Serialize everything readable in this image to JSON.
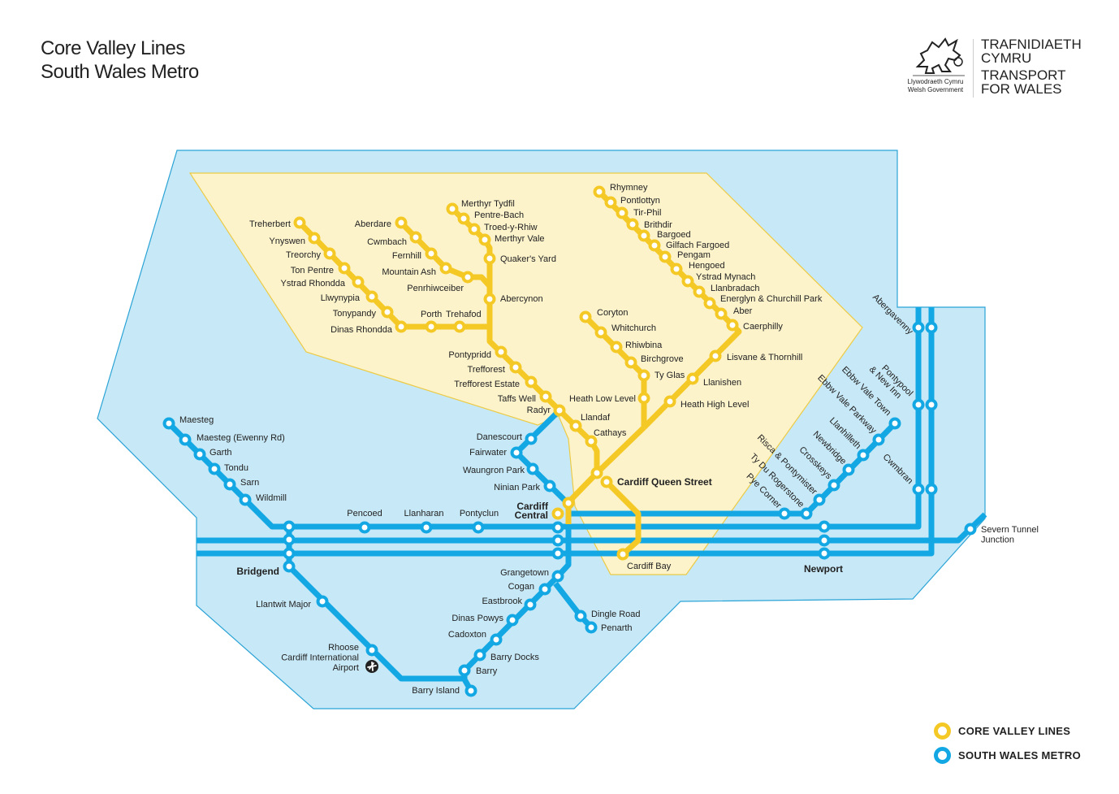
{
  "header": {
    "title_line1": "Core Valley Lines",
    "title_line2": "South Wales Metro"
  },
  "logo": {
    "gov_line1": "Llywodraeth Cymru",
    "gov_line2": "Welsh Government",
    "welsh_line1": "TRAFNIDIAETH",
    "welsh_line2": "CYMRU",
    "english_line1": "TRANSPORT",
    "english_line2": "FOR WALES",
    "icon": "welsh-dragon-icon"
  },
  "colors": {
    "core_valley_lines": "#f5c925",
    "south_wales_metro": "#13a8e4",
    "core_region": "#fcf3cb",
    "metro_region": "#c7e8f6"
  },
  "stations": {
    "core_valley_lines": [
      "Treherbert",
      "Ynyswen",
      "Treorchy",
      "Ton Pentre",
      "Ystrad Rhondda",
      "Llwynypia",
      "Tonypandy",
      "Dinas Rhondda",
      "Porth",
      "Trehafod",
      "Aberdare",
      "Cwmbach",
      "Fernhill",
      "Mountain Ash",
      "Penrhiwceiber",
      "Merthyr Tydfil",
      "Pentre-Bach",
      "Troed-y-Rhiw",
      "Merthyr Vale",
      "Quaker's Yard",
      "Abercynon",
      "Pontypridd",
      "Trefforest",
      "Trefforest Estate",
      "Taffs Well",
      "Radyr",
      "Llandaf",
      "Cathays",
      "Rhymney",
      "Pontlottyn",
      "Tir-Phil",
      "Brithdir",
      "Bargoed",
      "Gilfach Fargoed",
      "Pengam",
      "Hengoed",
      "Ystrad Mynach",
      "Llanbradach",
      "Energlyn & Churchill Park",
      "Aber",
      "Caerphilly",
      "Lisvane & Thornhill",
      "Llanishen",
      "Heath High Level",
      "Coryton",
      "Whitchurch",
      "Rhiwbina",
      "Birchgrove",
      "Ty Glas",
      "Heath Low Level",
      "Cardiff Queen Street",
      "Cardiff Bay",
      [
        "Cardiff",
        "Central"
      ]
    ],
    "south_wales_metro": [
      "Maesteg",
      "Maesteg (Ewenny Rd)",
      "Garth",
      "Tondu",
      "Sarn",
      "Wildmill",
      "Pencoed",
      "Llanharan",
      "Pontyclun",
      "Bridgend",
      "Llantwit Major",
      [
        "Rhoose",
        "Cardiff International",
        "Airport"
      ],
      "Barry Island",
      "Barry",
      "Barry Docks",
      "Cadoxton",
      "Dinas Powys",
      "Eastbrook",
      "Cogan",
      "Grangetown",
      "Dingle Road",
      "Penarth",
      "Danescourt",
      "Fairwater",
      "Waungron Park",
      "Ninian Park",
      "Newport",
      [
        "Severn Tunnel",
        "Junction"
      ],
      "Pye Corner",
      "Ty Du Rogerstone",
      "Risca & Pontymister",
      "Crosskeys",
      "Newbridge",
      "Llanhilleth",
      "Ebbw Vale Parkway",
      "Ebbw Vale Town",
      "Abergavenny",
      [
        "Pontypool",
        "& New Inn"
      ],
      "Cwmbran"
    ]
  },
  "airport_icon": "airplane-icon",
  "legend": [
    {
      "label": "CORE VALLEY LINES",
      "color": "#f5c925"
    },
    {
      "label": "SOUTH WALES METRO",
      "color": "#13a8e4"
    }
  ]
}
